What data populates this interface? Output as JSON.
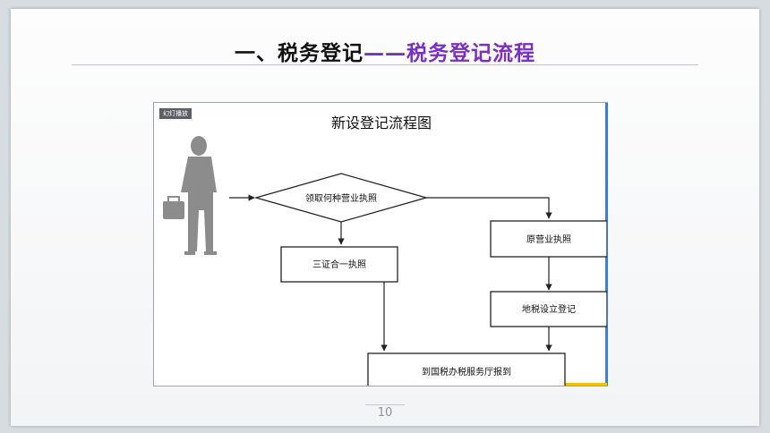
{
  "slide": {
    "title_part1": "一、税务登记",
    "title_part2": "——税务登记流程",
    "page_number": "10"
  },
  "figure": {
    "tab_label": "幻灯播放",
    "flow_title": "新设登记流程图",
    "nodes": {
      "decision": "领取何种营业执照",
      "left_box": "三证合一执照",
      "right_box_1": "原营业执照",
      "right_box_2": "地税设立登记",
      "bottom_box": "到国税办税服务厅报到"
    }
  },
  "colors": {
    "title_black": "#111111",
    "title_purple": "#7b2fbe",
    "person_silhouette": "#8c8c8c"
  }
}
